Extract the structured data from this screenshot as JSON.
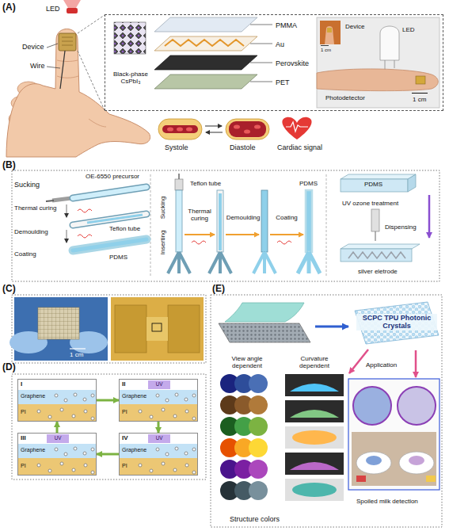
{
  "diagram": {
    "nodes": [
      {
        "text": [
          "Black-phase CsPbI₃",
          "PMMA",
          "Au",
          "Perovskite",
          "PET",
          "Device",
          "LED",
          "1 cm",
          "Photodetector",
          "1 cm"
        ]
      },
      {
        "text": [
          "I",
          "Graphene",
          "PI"
        ]
      },
      {
        "text": [
          "II",
          "Graphene",
          "PI"
        ]
      },
      {
        "text": [
          "UV"
        ],
        "in": 2
      },
      {
        "text": [
          "III",
          "Graphene",
          "PI"
        ]
      },
      {
        "text": [
          "UV"
        ],
        "in": 4
      },
      {
        "text": [
          "IV",
          "Graphene",
          "PI"
        ]
      },
      {
        "text": [
          "UV"
        ],
        "in": 6
      },
      {
        "text": [
          "SCPC TPU Photonic Crystals"
        ]
      }
    ],
    "edges": [
      {
        "from": 1,
        "to": 2,
        "arrow": "to"
      },
      {
        "from": 2,
        "to": 6,
        "arrow": "to"
      },
      {
        "from": 6,
        "to": 4,
        "arrow": "to"
      },
      {
        "from": 4,
        "to": 1,
        "arrow": "to"
      }
    ],
    "labels": [
      "(A)",
      "LED",
      "Device",
      "Wire",
      "Systole",
      "Diastole",
      "Cardiac signal",
      "(B)",
      "Sucking",
      "OE-6550 precursor",
      "Thermal curing",
      "Teflon tube",
      "Demoulding",
      "Coating",
      "PDMS",
      "Sucking",
      "Inserting",
      "Teflon tube",
      "Thermal curing",
      "Demoulding",
      "Coating",
      "PDMS",
      "PDMS",
      "UV ozone treatment",
      "Dispensing",
      "silver eletrode",
      "(C)",
      "1 cm",
      "(D)",
      "(E)",
      "View angle dependent",
      "Curvature dependent",
      "Application",
      "Structure colors",
      "Spoiled milk detection"
    ]
  }
}
